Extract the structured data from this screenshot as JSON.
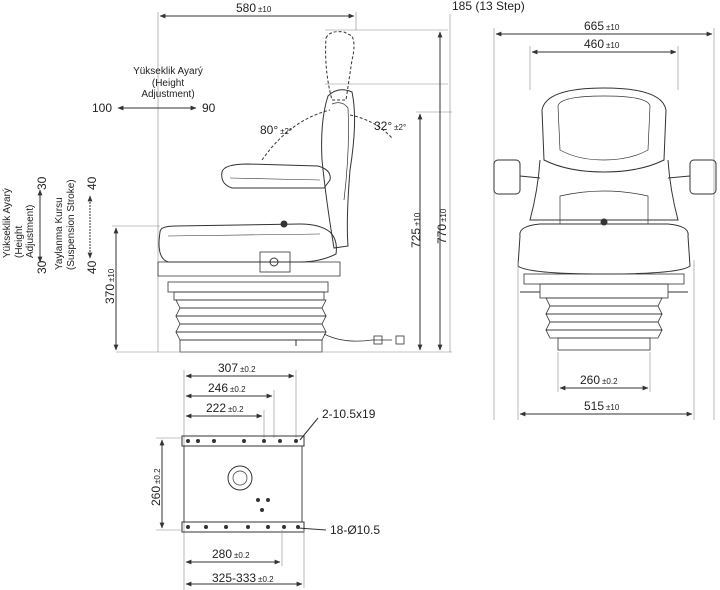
{
  "dimensions": {
    "side_width": {
      "value": "580",
      "tol": "±10"
    },
    "step": {
      "text": "185 (13 Step)"
    },
    "front_width": {
      "value": "665",
      "tol": "±10"
    },
    "back_width": {
      "value": "460",
      "tol": "±10"
    },
    "seat_height": {
      "value": "725",
      "tol": "±10"
    },
    "total_height": {
      "value": "770",
      "tol": "±10"
    },
    "base_height": {
      "value": "370",
      "tol": "±10"
    },
    "suspension_width": {
      "value": "260",
      "tol": "±0.2"
    },
    "bottom_width": {
      "value": "515",
      "tol": "±10"
    },
    "rail_307": {
      "value": "307",
      "tol": "±0.2"
    },
    "rail_246": {
      "value": "246",
      "tol": "±0.2"
    },
    "rail_222": {
      "value": "222",
      "tol": "±0.2"
    },
    "slot_spec": {
      "text": "2-10.5x19"
    },
    "plate_height": {
      "value": "260",
      "tol": "±0.2"
    },
    "hole_spec": {
      "text": "18-Ø10.5"
    },
    "plate_280": {
      "value": "280",
      "tol": "±0.2"
    },
    "plate_range": {
      "value": "325-333",
      "tol": "±0.2"
    }
  },
  "angles": {
    "back_fold": {
      "value": "80°",
      "tol": "±2°"
    },
    "back_tilt": {
      "value": "32°",
      "tol": "±2°"
    }
  },
  "height_adjustment": {
    "line1": "Yükseklik Ayarý",
    "line2": "(Height",
    "line3": "Adjustment)",
    "left_value": "100",
    "right_value": "90"
  },
  "side_height_adjustment": {
    "line1": "Yükseklik Ayarý",
    "line2": "(Height",
    "line3": "Adjustment)",
    "top_value": "30",
    "bottom_value": "30"
  },
  "suspension_stroke": {
    "line1": "Yaylanma Kursu",
    "line2": "(Suspension Stroke)",
    "top_value": "40",
    "bottom_value": "40"
  }
}
